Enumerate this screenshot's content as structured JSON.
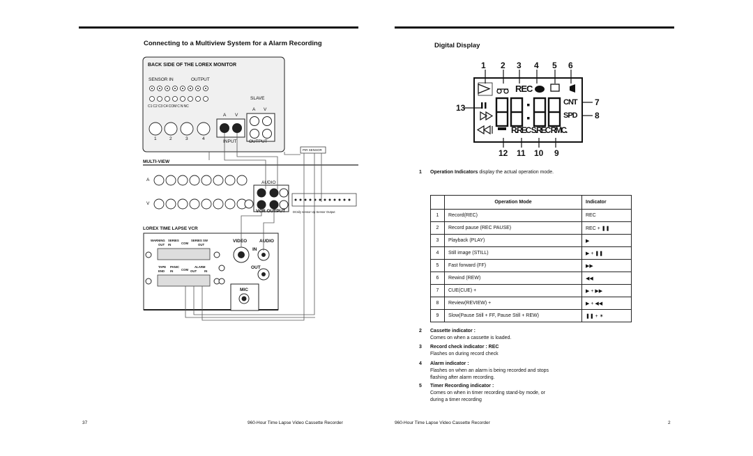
{
  "left_page": {
    "heading": "Connecting to a Multiview System for a Alarm Recording",
    "monitor": {
      "title": "BACK SIDE OF THE LOREX MONITOR",
      "sensor_in": "SENSOR IN",
      "output": "OUTPUT",
      "sensor_labels": [
        "C1",
        "C2",
        "C3",
        "C4",
        "COM",
        "C",
        "N",
        "NC"
      ],
      "slave": "SLAVE",
      "a": "A",
      "v": "V",
      "slave_a": "A",
      "slave_v": "V",
      "port_nums": [
        "1",
        "2",
        "3",
        "4"
      ],
      "input": "INPUT",
      "output2": "OUTPUT"
    },
    "pir_sensor": "PIR SENSOR",
    "multiview": {
      "title": "MULTI-VIEW",
      "a": "A",
      "v": "V",
      "audio": "AUDIO",
      "vcr_output": "VCR OUTPUT",
      "terminal_caption": "DCsily  sensor Up  Sensor Output"
    },
    "vcr": {
      "title": "LOREX TIME LAPSE VCR",
      "warning": "WARNING",
      "out": "OUT",
      "series_in": "SERIES IN",
      "com": "COM",
      "series_sw": "SERIES SW",
      "sw_out": "OUT",
      "tape_end": "TAPE END",
      "panic_in": "PANIC IN",
      "com2": "COM",
      "alarm": "ALARM",
      "alarm_out": "OUT",
      "alarm_in": "IN",
      "video": "VIDEO",
      "audio": "AUDIO",
      "in": "IN",
      "out2": "OUT",
      "mic": "MIC"
    },
    "footer_page": "37",
    "footer_title": "960-Hour Time Lapse Video Cassette Recorder"
  },
  "right_page": {
    "heading": "Digital Display",
    "display": {
      "top_nums": [
        "1",
        "2",
        "3",
        "4",
        "5",
        "6"
      ],
      "rec": "REC",
      "cnt": "CNT",
      "spd": "SPD",
      "bottom_text": "R.REC S.REC RMC.",
      "side_nums": {
        "n7": "7",
        "n8": "8",
        "n13": "13"
      },
      "bottom_nums": [
        "12",
        "11",
        "10",
        "9"
      ],
      "digits": "88:88"
    },
    "intro_num": "1",
    "intro_bold": "Operation Indicators",
    "intro_rest": " display the actual operation mode.",
    "table": {
      "headers": [
        "Operation Mode",
        "Indicator"
      ],
      "rows": [
        {
          "n": "1",
          "mode": "Record(REC)",
          "ind": "REC"
        },
        {
          "n": "2",
          "mode": "Record pause (REC PAUSE)",
          "ind": "REC + ❚❚"
        },
        {
          "n": "3",
          "mode": "Playback (PLAY)",
          "ind": "▶"
        },
        {
          "n": "4",
          "mode": "Still image (STILL)",
          "ind": "▶ + ❚❚"
        },
        {
          "n": "5",
          "mode": "Fast forward (FF)",
          "ind": "▶▶"
        },
        {
          "n": "6",
          "mode": "Rewind (REW)",
          "ind": "◀◀"
        },
        {
          "n": "7",
          "mode": "CUE(CUE) +",
          "ind": "▶ + ▶▶"
        },
        {
          "n": "8",
          "mode": "Review(REVIEW) +",
          "ind": "▶ + ◀◀"
        },
        {
          "n": "9",
          "mode": "Slow(Pause Still + FF, Pause Still + REW)",
          "ind": "❚❚ + ✶"
        }
      ]
    },
    "items": [
      {
        "n": "2",
        "title": "Cassette indicator :",
        "lines": [
          "Comes on when a cassette is loaded."
        ]
      },
      {
        "n": "3",
        "title": "Record check indicator : REC",
        "lines": [
          "Flashes on during record check"
        ]
      },
      {
        "n": "4",
        "title": "Alarm indicator :",
        "lines": [
          "Flashes on when an alarm is being recorded and stops",
          "flashing after alarm recording."
        ]
      },
      {
        "n": "5",
        "title": "Timer Recording indicator :",
        "lines": [
          "Comes on when in timer recording stand-by mode, or",
          "during a timer recording"
        ]
      }
    ],
    "footer_title": "960-Hour Time Lapse Video Cassette Recorder",
    "footer_page": "2"
  }
}
